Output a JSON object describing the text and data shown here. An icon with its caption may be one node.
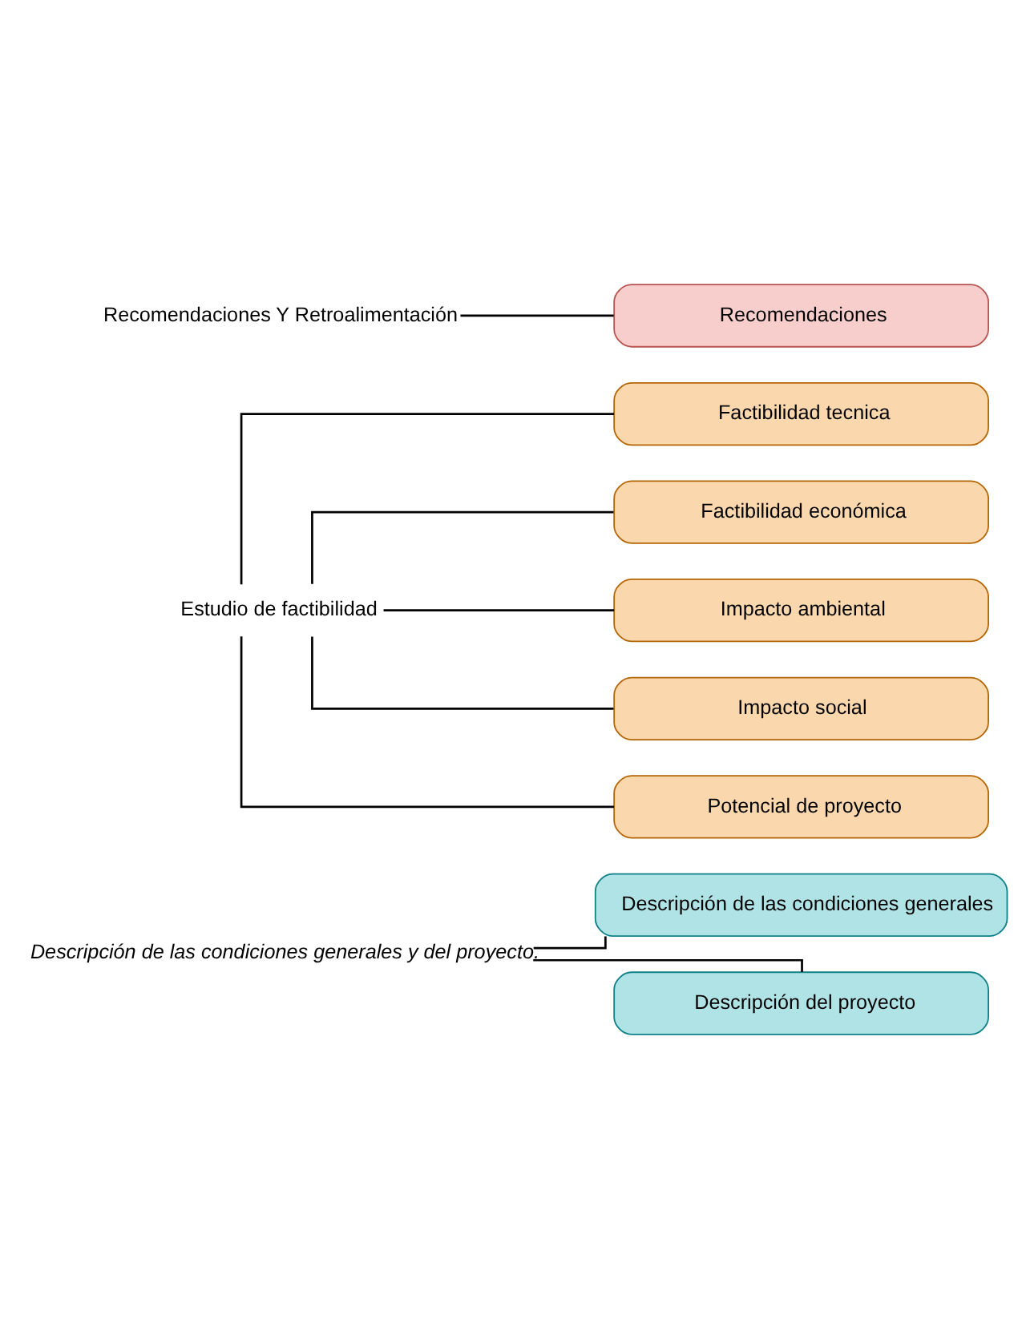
{
  "diagram": {
    "nodes": [
      {
        "text": [
          "Descripción de las condiciones generales y del proyecto."
        ]
      },
      {
        "text": [
          "Descripción de las condiciones generales"
        ]
      },
      {
        "text": [
          "Descripción del proyecto"
        ]
      },
      {
        "text": [
          "Estudio de factibilidad"
        ]
      },
      {
        "text": [
          "Factibilidad tecnica"
        ]
      },
      {
        "text": [
          "Factibilidad económica"
        ]
      },
      {
        "text": [
          "Impacto ambiental"
        ]
      },
      {
        "text": [
          "Impacto social"
        ]
      },
      {
        "text": [
          "Potencial de proyecto"
        ]
      },
      {
        "text": [
          "Recomendaciones Y Retroalimentación"
        ]
      },
      {
        "text": [
          "Recomendaciones"
        ]
      }
    ],
    "edges": [
      {
        "from": 0,
        "to": 1,
        "arrow": "none"
      },
      {
        "from": 0,
        "to": 2,
        "arrow": "none"
      },
      {
        "from": 3,
        "to": 4,
        "arrow": "none"
      },
      {
        "from": 3,
        "to": 5,
        "arrow": "none"
      },
      {
        "from": 3,
        "to": 6,
        "arrow": "none"
      },
      {
        "from": 3,
        "to": 7,
        "arrow": "none"
      },
      {
        "from": 3,
        "to": 8,
        "arrow": "none"
      },
      {
        "from": 9,
        "to": 10,
        "arrow": "none"
      }
    ]
  }
}
